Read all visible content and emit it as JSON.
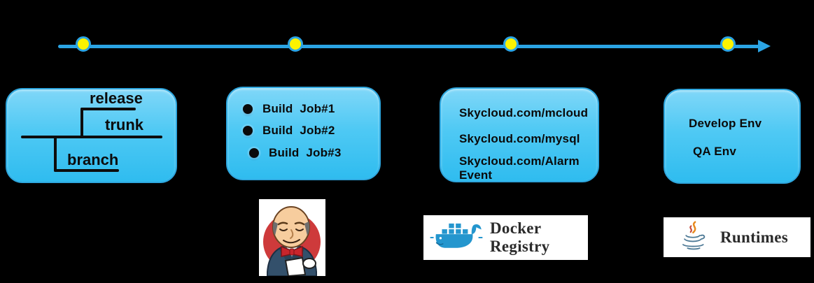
{
  "colors": {
    "bg": "#000000",
    "timeline": "#2BA4E4",
    "node": "#FCF300",
    "panelborder": "#2EA7DF",
    "paneltop": "#80D7F8",
    "panelmid": "#4FC9F4",
    "panelbottom": "#2FBCEF",
    "ink": "#0A0A0A",
    "logobg": "#FFFFFF",
    "serifink": "#2B2B2B"
  },
  "timeline": {
    "node_count": 4
  },
  "scm_box": {
    "release_label": "release",
    "trunk_label": "trunk",
    "branch_label": "branch"
  },
  "build_box": {
    "items": [
      "Build  Job#1",
      "Build  Job#2",
      "Build  Job#3"
    ]
  },
  "registry_box": {
    "items": [
      "Skycloud.com/mcloud",
      "Skycloud.com/mysql",
      "Skycloud.com/Alarm Event"
    ]
  },
  "env_box": {
    "items": [
      "Develop Env",
      "QA Env"
    ]
  },
  "logos": {
    "jenkins_icon": "jenkins-mascot",
    "docker_label": "Docker Registry",
    "runtimes_label": "Runtimes"
  }
}
